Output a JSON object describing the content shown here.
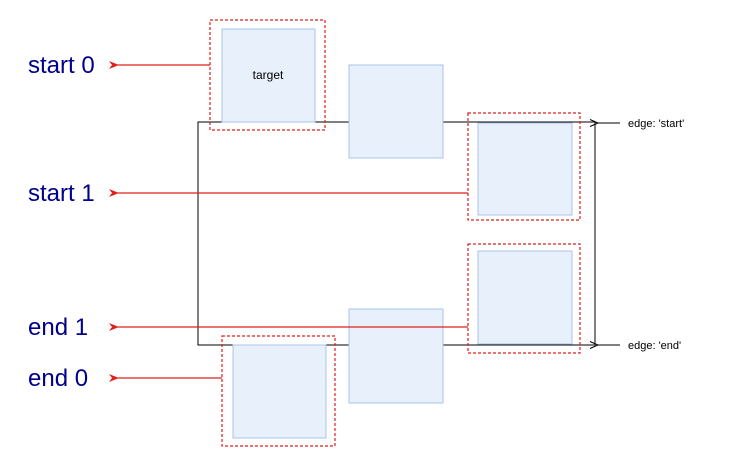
{
  "labels": {
    "start0": "start 0",
    "start1": "start 1",
    "end1": "end 1",
    "end0": "end 0",
    "target": "target",
    "edge_start": "edge: 'start'",
    "edge_end": "edge: 'end'"
  },
  "colors": {
    "label_text": "#00008b",
    "arrow_red": "#e0201b",
    "item_fill": "#e8f0fb",
    "item_stroke": "#a9c4ea",
    "container_border": "#000000"
  }
}
